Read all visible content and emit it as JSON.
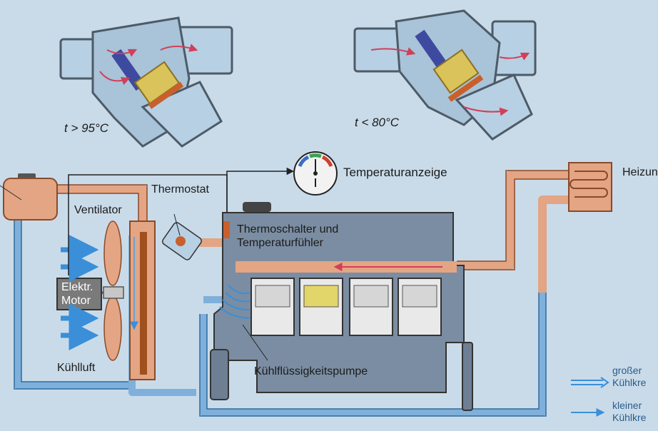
{
  "thermostat_views": {
    "open_label": "t > 95°C",
    "closed_label": "t < 80°C"
  },
  "components": {
    "temperaturanzeige": "Temperaturanzeige",
    "heizung": "Heizun",
    "thermostat": "Thermostat",
    "ventilator": "Ventilator",
    "thermoschalter_line1": "Thermoschalter und",
    "thermoschalter_line2": "Temperaturfühler",
    "motor_line1": "Elektr.",
    "motor_line2": "Motor",
    "kuehlluft": "Kühlluft",
    "pumpe": "Kühlflüssigkeitspumpe"
  },
  "legend": {
    "large_circuit_line1": "großer",
    "large_circuit_line2": "Kühlkre",
    "small_circuit_line1": "kleiner",
    "small_circuit_line2": "Kühlkre"
  },
  "colors": {
    "background": "#c9dbe9",
    "hot_coolant": "#e3a583",
    "cold_coolant": "#7fb0db",
    "engine_block": "#7b8da2",
    "flow_arrow": "#3a8fd8"
  }
}
